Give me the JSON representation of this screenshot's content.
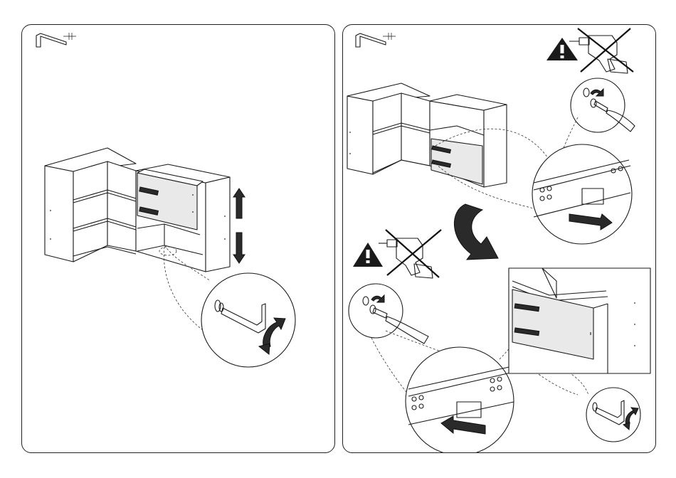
{
  "page": {
    "background": "#ffffff",
    "line_color": "#1a1a1a",
    "arrow_fill": "#2a2a2a"
  },
  "panels": [
    {
      "id": "step-left",
      "tool_icon": "hex-key-icon",
      "figures": [
        "corner-cabinet",
        "drawer-unit",
        "up-down-arrows",
        "hex-key-detail-circle",
        "rotate-arrow-icon"
      ]
    },
    {
      "id": "step-right",
      "tool_icon": "hex-key-icon",
      "figures": [
        "warning-icon",
        "no-power-drill-icon",
        "screwdriver-detail-circle",
        "drawer-runner-detail-circle",
        "curved-down-arrow",
        "warning-icon",
        "no-power-drill-icon",
        "screwdriver-detail-circle",
        "drawer-runner-detail-circle",
        "drawer-close-up",
        "hex-key-detail-circle"
      ]
    }
  ]
}
